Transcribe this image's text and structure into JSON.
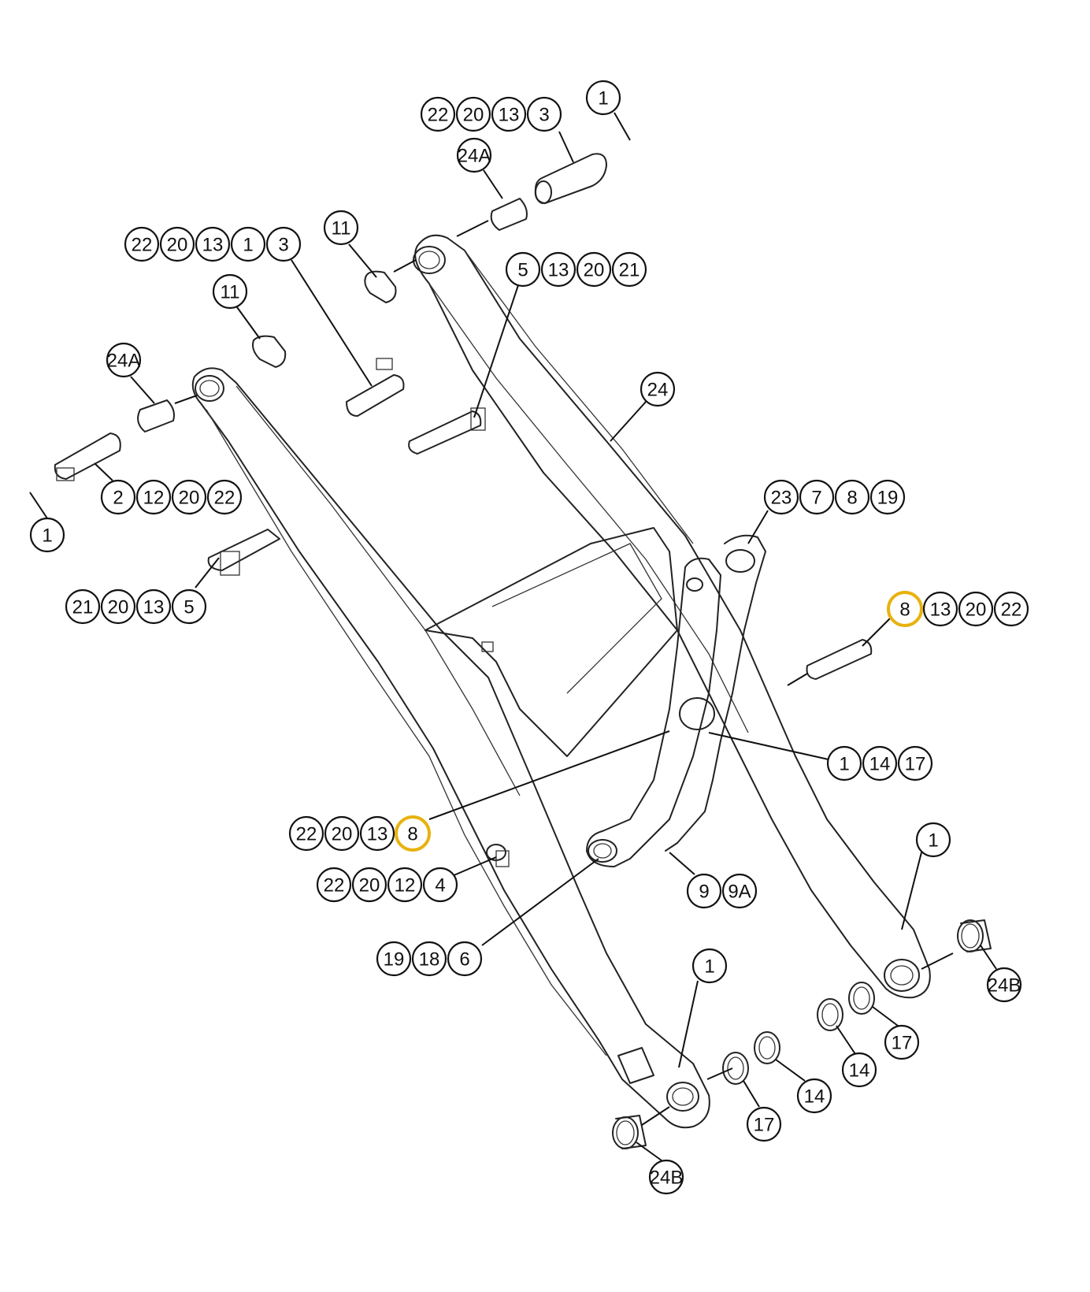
{
  "callouts": [
    {
      "id": "top-right-pin",
      "labels": [
        "22",
        "20",
        "13",
        "3"
      ]
    },
    {
      "id": "top-bolt",
      "labels": [
        "1"
      ]
    },
    {
      "id": "top-bushing",
      "labels": [
        "24A"
      ]
    },
    {
      "id": "top-washer",
      "labels": [
        "11"
      ]
    },
    {
      "id": "top-left-pin",
      "labels": [
        "22",
        "20",
        "13",
        "1",
        "3"
      ]
    },
    {
      "id": "mid-pin",
      "labels": [
        "5",
        "13",
        "20",
        "21"
      ]
    },
    {
      "id": "left-washer",
      "labels": [
        "11"
      ]
    },
    {
      "id": "left-bushing",
      "labels": [
        "24A"
      ]
    },
    {
      "id": "frame",
      "labels": [
        "24"
      ]
    },
    {
      "id": "left-pin",
      "labels": [
        "2",
        "12",
        "20",
        "22"
      ]
    },
    {
      "id": "left-bolt",
      "labels": [
        "1"
      ]
    },
    {
      "id": "bellcrank-bolt",
      "labels": [
        "23",
        "7",
        "8",
        "19"
      ]
    },
    {
      "id": "left-lower-pin",
      "labels": [
        "21",
        "20",
        "13",
        "5"
      ]
    },
    {
      "id": "right-pin",
      "labels": [
        "8",
        "13",
        "20",
        "22"
      ],
      "highlight": "8"
    },
    {
      "id": "center-hardware",
      "labels": [
        "1",
        "14",
        "17"
      ]
    },
    {
      "id": "bellcrank-pin",
      "labels": [
        "22",
        "20",
        "13",
        "8"
      ],
      "highlight": "8"
    },
    {
      "id": "lower-right-bolt",
      "labels": [
        "1"
      ]
    },
    {
      "id": "cap",
      "labels": [
        "22",
        "20",
        "12",
        "4"
      ]
    },
    {
      "id": "link",
      "labels": [
        "9",
        "9A"
      ]
    },
    {
      "id": "link-pin",
      "labels": [
        "19",
        "18",
        "6"
      ]
    },
    {
      "id": "bottom-bolt",
      "labels": [
        "1"
      ]
    },
    {
      "id": "right-bushing",
      "labels": [
        "24B"
      ]
    },
    {
      "id": "right-shim-17",
      "labels": [
        "17"
      ]
    },
    {
      "id": "right-shim-14",
      "labels": [
        "14"
      ]
    },
    {
      "id": "lower-shim-14",
      "labels": [
        "14"
      ]
    },
    {
      "id": "lower-shim-17",
      "labels": [
        "17"
      ]
    },
    {
      "id": "bottom-bushing",
      "labels": [
        "24B"
      ]
    }
  ],
  "colors": {
    "highlight": "#e8b20e",
    "line": "#222222"
  }
}
